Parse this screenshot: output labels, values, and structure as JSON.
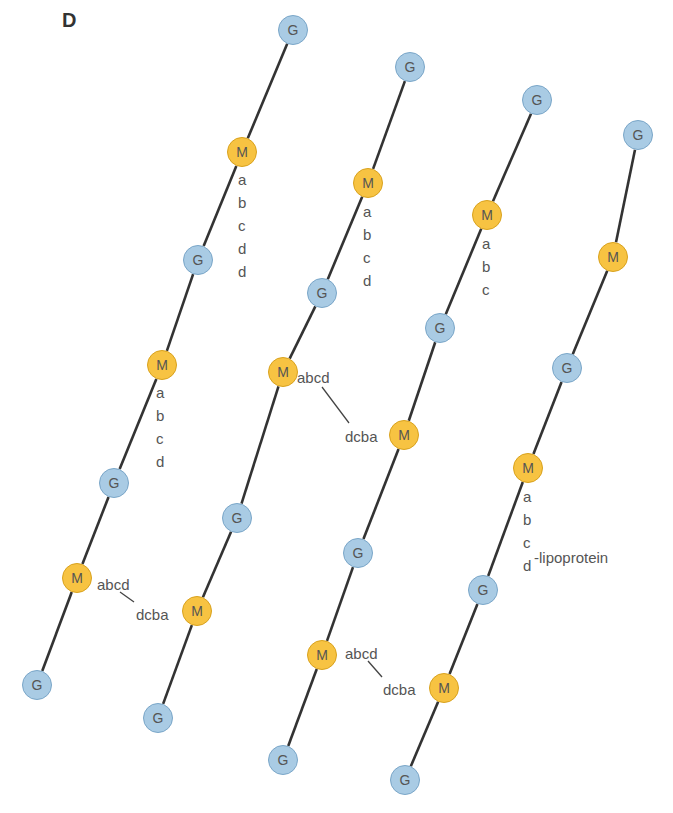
{
  "diagram": {
    "nodes": [
      {
        "text": [
          "G"
        ]
      },
      {
        "text": [
          "M"
        ]
      },
      {
        "text": [
          "G"
        ]
      },
      {
        "text": [
          "M"
        ]
      },
      {
        "text": [
          "G"
        ]
      },
      {
        "text": [
          "M"
        ]
      },
      {
        "text": [
          "G"
        ]
      },
      {
        "text": [
          "G"
        ]
      },
      {
        "text": [
          "M"
        ]
      },
      {
        "text": [
          "G"
        ]
      },
      {
        "text": [
          "M"
        ]
      },
      {
        "text": [
          "G"
        ]
      },
      {
        "text": [
          "M"
        ]
      },
      {
        "text": [
          "G"
        ]
      },
      {
        "text": [
          "G"
        ]
      },
      {
        "text": [
          "M"
        ]
      },
      {
        "text": [
          "G"
        ]
      },
      {
        "text": [
          "M"
        ]
      },
      {
        "text": [
          "G"
        ]
      },
      {
        "text": [
          "M"
        ]
      },
      {
        "text": [
          "G"
        ]
      },
      {
        "text": [
          "G"
        ]
      },
      {
        "text": [
          "M"
        ]
      },
      {
        "text": [
          "G"
        ]
      },
      {
        "text": [
          "M"
        ]
      },
      {
        "text": [
          "G"
        ]
      },
      {
        "text": [
          "M"
        ]
      },
      {
        "text": [
          "G"
        ]
      }
    ],
    "edges": [
      {
        "from": 0,
        "to": 1,
        "arrow": "none"
      },
      {
        "from": 1,
        "to": 2,
        "arrow": "none"
      },
      {
        "from": 2,
        "to": 3,
        "arrow": "none"
      },
      {
        "from": 3,
        "to": 4,
        "arrow": "none"
      },
      {
        "from": 4,
        "to": 5,
        "arrow": "none"
      },
      {
        "from": 5,
        "to": 6,
        "arrow": "none"
      },
      {
        "from": 7,
        "to": 8,
        "arrow": "none"
      },
      {
        "from": 8,
        "to": 9,
        "arrow": "none"
      },
      {
        "from": 9,
        "to": 10,
        "arrow": "none"
      },
      {
        "from": 10,
        "to": 11,
        "arrow": "none"
      },
      {
        "from": 11,
        "to": 12,
        "arrow": "none"
      },
      {
        "from": 12,
        "to": 13,
        "arrow": "none"
      },
      {
        "from": 14,
        "to": 15,
        "arrow": "none"
      },
      {
        "from": 15,
        "to": 16,
        "arrow": "none"
      },
      {
        "from": 16,
        "to": 17,
        "arrow": "none"
      },
      {
        "from": 17,
        "to": 18,
        "arrow": "none"
      },
      {
        "from": 18,
        "to": 19,
        "arrow": "none"
      },
      {
        "from": 19,
        "to": 20,
        "arrow": "none"
      },
      {
        "from": 21,
        "to": 22,
        "arrow": "none"
      },
      {
        "from": 22,
        "to": 23,
        "arrow": "none"
      },
      {
        "from": 23,
        "to": 24,
        "arrow": "none"
      },
      {
        "from": 24,
        "to": 25,
        "arrow": "none"
      },
      {
        "from": 25,
        "to": 26,
        "arrow": "none"
      },
      {
        "from": 26,
        "to": 27,
        "arrow": "none"
      }
    ],
    "labels": [
      "D",
      "a b c d d",
      "a b c d",
      "abcd",
      "dcba",
      "a b c d",
      "abcd",
      "dcba",
      "a b c",
      "abcd",
      "dcba",
      "a b c d",
      "-lipoprotein"
    ]
  }
}
